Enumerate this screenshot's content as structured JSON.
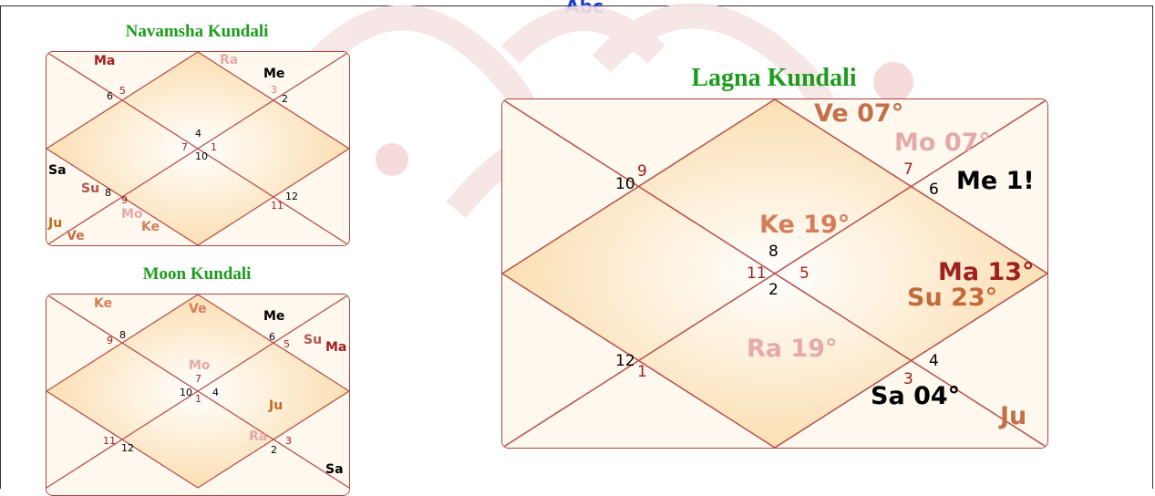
{
  "page": {
    "top_label": "Abc"
  },
  "colors": {
    "line": "#b5524b",
    "title": "#1c9c1c",
    "accent": "#1a3fd6"
  },
  "navamsha": {
    "title": "Navamsha Kundali",
    "houses": [
      "4",
      "3",
      "2",
      "1",
      "12",
      "11",
      "10",
      "9",
      "8",
      "7",
      "6",
      "5"
    ],
    "planets": [
      "Ma",
      "Ra",
      "Me",
      "Sa",
      "Su",
      "Ju",
      "Ve",
      "Mo",
      "Ke"
    ]
  },
  "moon": {
    "title": "Moon Kundali",
    "houses": [
      "7",
      "6",
      "5",
      "4",
      "3",
      "2",
      "1",
      "12",
      "11",
      "10",
      "9",
      "8"
    ],
    "planets": [
      "Ke",
      "Ve",
      "Me",
      "Su",
      "Ma",
      "Mo",
      "Ju",
      "Ra",
      "Sa"
    ]
  },
  "lagna": {
    "title": "Lagna Kundali",
    "houses": [
      "8",
      "7",
      "6",
      "5",
      "4",
      "3",
      "2",
      "1",
      "12",
      "11",
      "10",
      "9"
    ],
    "planets": [
      "Ve 07°",
      "Mo 07°",
      "Me 1!",
      "Ke 19°",
      "Ma 13°",
      "Su 23°",
      "Ra 19°",
      "Sa 04°",
      "Ju"
    ]
  }
}
